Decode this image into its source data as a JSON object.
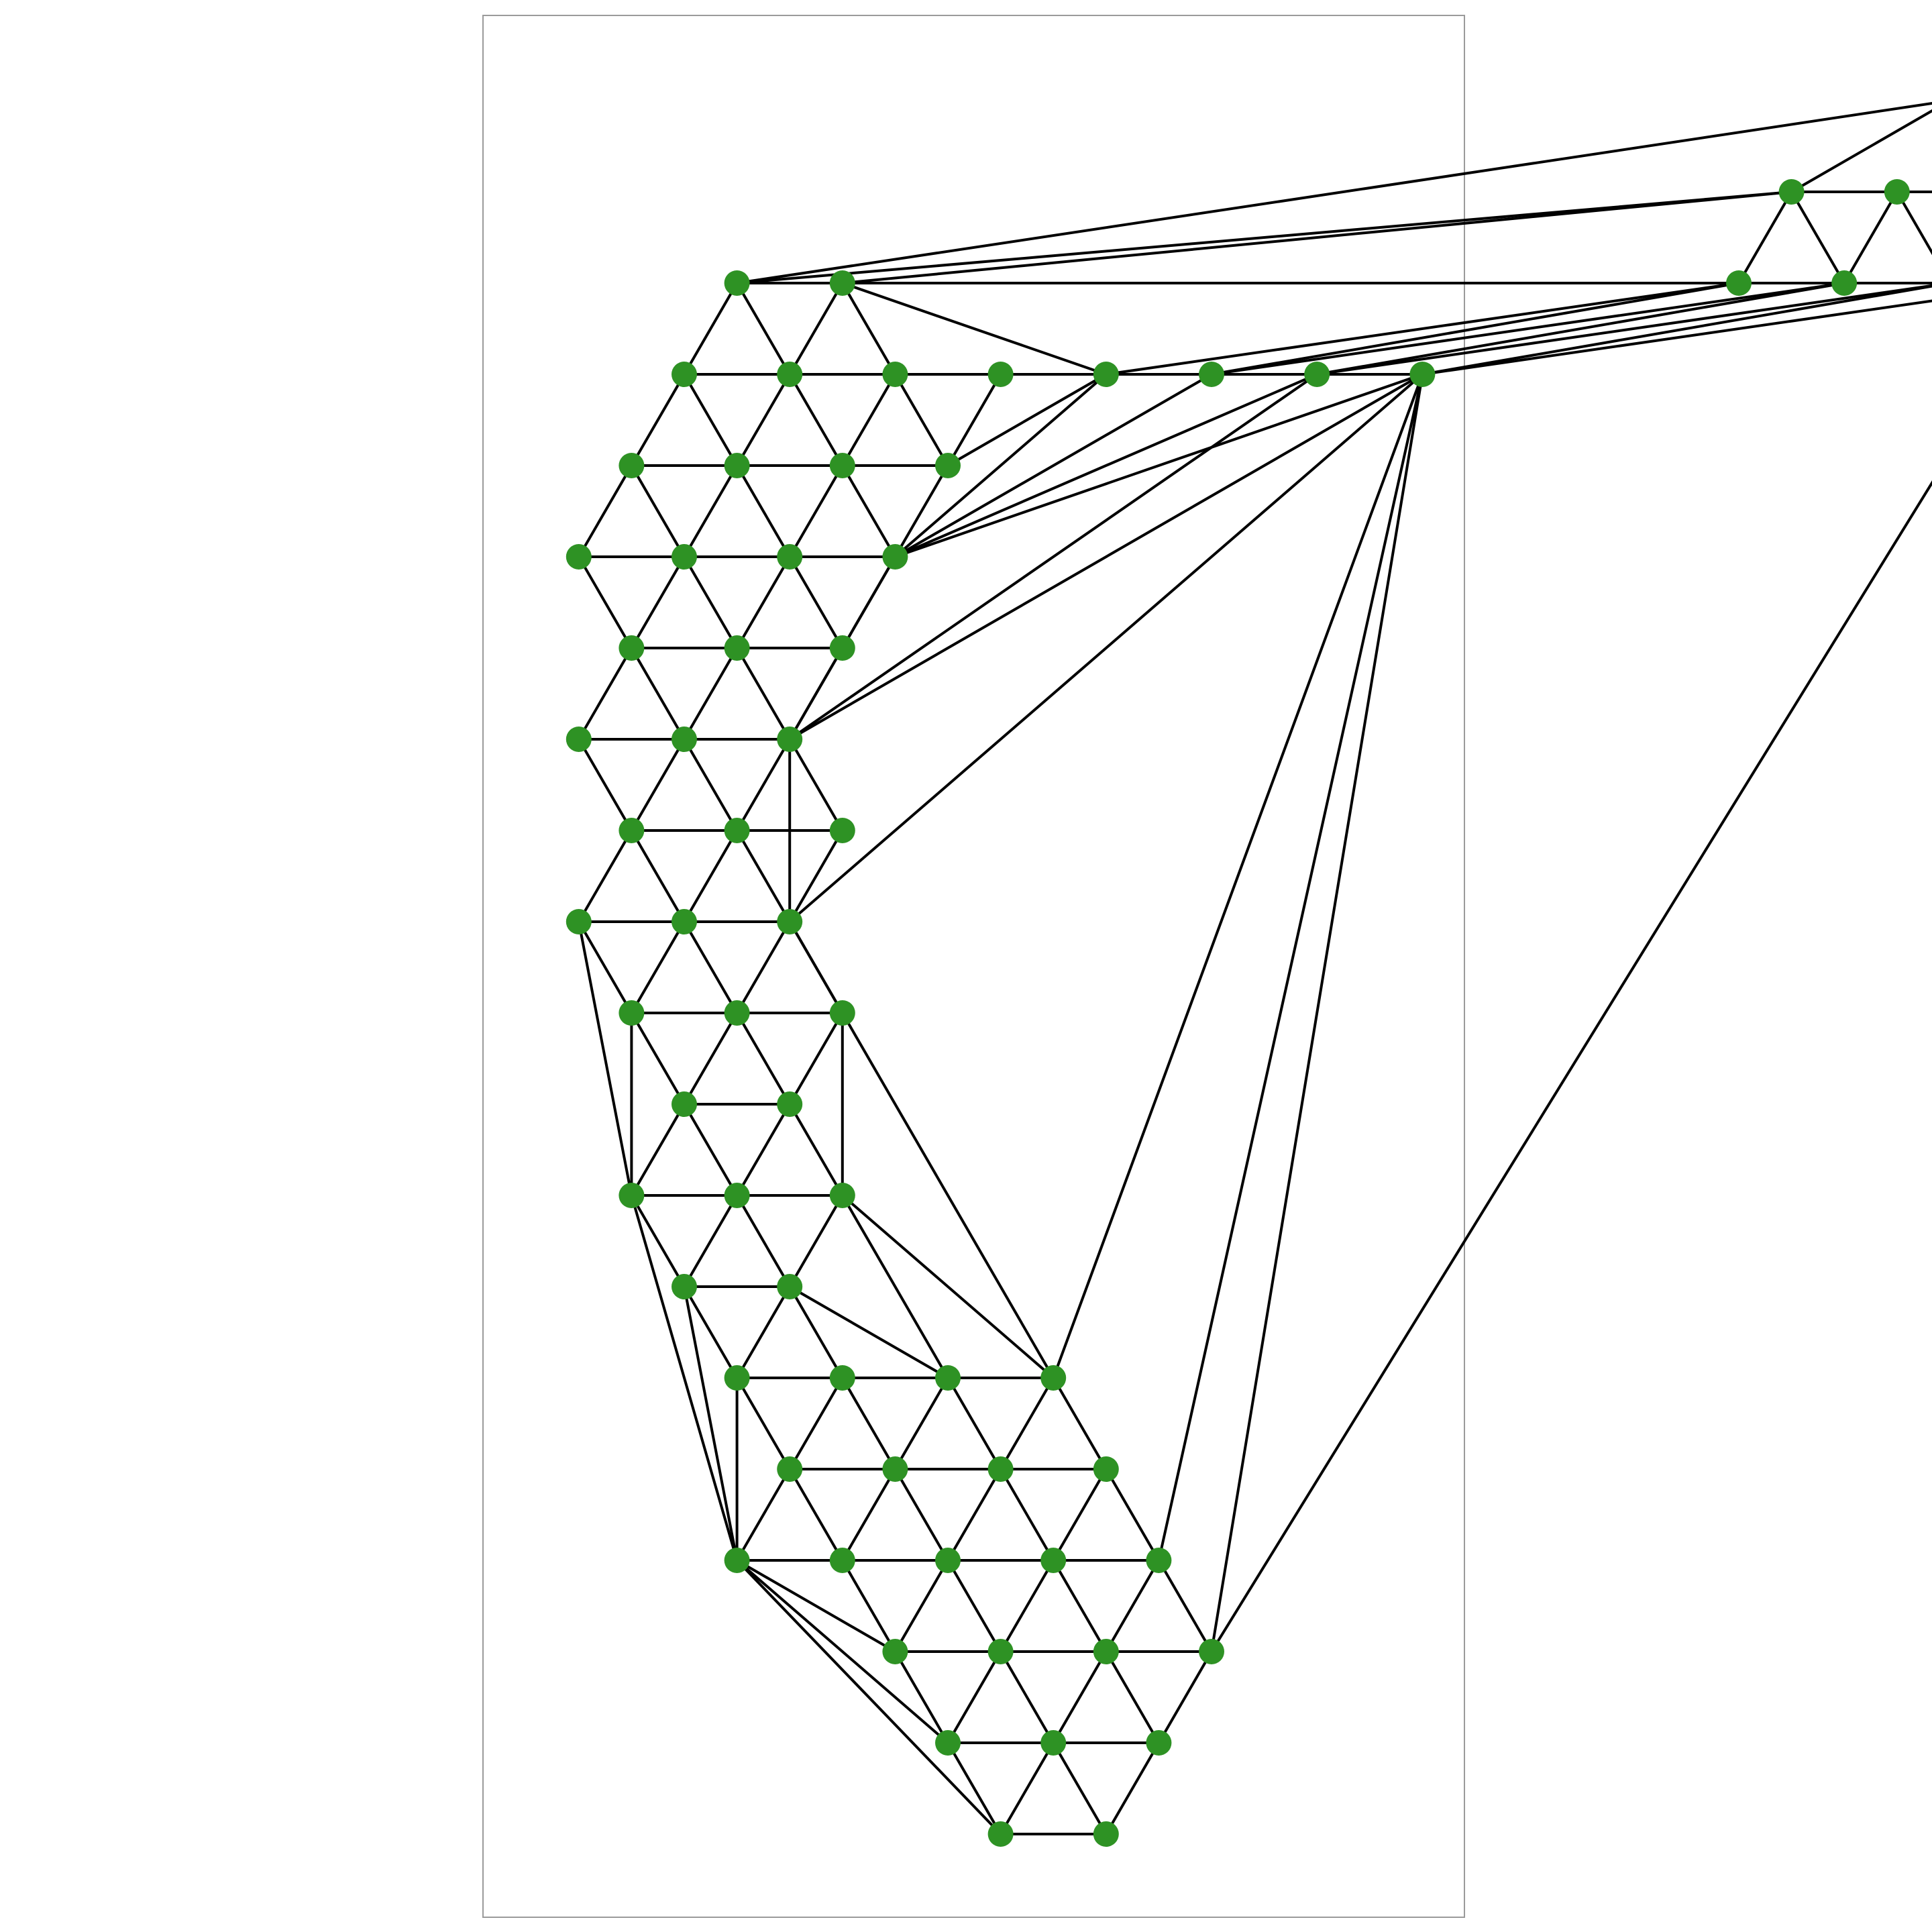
{
  "graph": {
    "node_color": "#2e9224",
    "edge_color": "#000000",
    "frame_color": "#9a9a9a",
    "nodes": [
      {
        "id": "n1",
        "r": 2,
        "c": 1
      },
      {
        "id": "n2",
        "r": 2,
        "c": 3
      },
      {
        "id": "n3",
        "r": 0,
        "c": 24
      },
      {
        "id": "n4",
        "r": 1,
        "c": 21
      },
      {
        "id": "n5",
        "r": 1,
        "c": 23
      },
      {
        "id": "n6",
        "r": 1,
        "c": 25
      },
      {
        "id": "n7",
        "r": 2,
        "c": 20
      },
      {
        "id": "n8",
        "r": 2,
        "c": 22
      },
      {
        "id": "n9",
        "r": 2,
        "c": 24
      },
      {
        "id": "n10",
        "r": 2,
        "c": 26
      },
      {
        "id": "n11",
        "r": 3,
        "c": 0
      },
      {
        "id": "n12",
        "r": 3,
        "c": 2
      },
      {
        "id": "n13",
        "r": 3,
        "c": 4
      },
      {
        "id": "n14",
        "r": 3,
        "c": 6
      },
      {
        "id": "n15",
        "r": 3,
        "c": 8
      },
      {
        "id": "n16",
        "r": 3,
        "c": 10
      },
      {
        "id": "n17",
        "r": 3,
        "c": 12
      },
      {
        "id": "n18",
        "r": 3,
        "c": 14
      },
      {
        "id": "n19",
        "r": 4,
        "c": -1
      },
      {
        "id": "n20",
        "r": 4,
        "c": 1
      },
      {
        "id": "n21",
        "r": 4,
        "c": 3
      },
      {
        "id": "n22",
        "r": 4,
        "c": 5
      },
      {
        "id": "n23",
        "r": 5,
        "c": -2
      },
      {
        "id": "n24",
        "r": 5,
        "c": 0
      },
      {
        "id": "n25",
        "r": 5,
        "c": 2
      },
      {
        "id": "n26",
        "r": 5,
        "c": 4
      },
      {
        "id": "n27",
        "r": 6,
        "c": -1
      },
      {
        "id": "n28",
        "r": 6,
        "c": 1
      },
      {
        "id": "n29",
        "r": 6,
        "c": 3
      },
      {
        "id": "n30",
        "r": 7,
        "c": -2
      },
      {
        "id": "n31",
        "r": 7,
        "c": 0
      },
      {
        "id": "n32",
        "r": 7,
        "c": 2
      },
      {
        "id": "n33",
        "r": 8,
        "c": -1
      },
      {
        "id": "n34",
        "r": 8,
        "c": 1
      },
      {
        "id": "n35",
        "r": 8,
        "c": 3
      },
      {
        "id": "n36",
        "r": 9,
        "c": -2
      },
      {
        "id": "n37",
        "r": 9,
        "c": 0
      },
      {
        "id": "n38",
        "r": 9,
        "c": 2
      },
      {
        "id": "n39",
        "r": 10,
        "c": -1
      },
      {
        "id": "n40",
        "r": 10,
        "c": 1
      },
      {
        "id": "n41",
        "r": 10,
        "c": 3
      },
      {
        "id": "n42",
        "r": 11,
        "c": 0
      },
      {
        "id": "n43",
        "r": 11,
        "c": 2
      },
      {
        "id": "n44",
        "r": 12,
        "c": -1
      },
      {
        "id": "n45",
        "r": 12,
        "c": 1
      },
      {
        "id": "n46",
        "r": 12,
        "c": 3
      },
      {
        "id": "n47",
        "r": 13,
        "c": 0
      },
      {
        "id": "n48",
        "r": 13,
        "c": 2
      },
      {
        "id": "n49",
        "r": 14,
        "c": 1
      },
      {
        "id": "n50",
        "r": 14,
        "c": 3
      },
      {
        "id": "n51",
        "r": 14,
        "c": 5
      },
      {
        "id": "n52",
        "r": 14,
        "c": 7
      },
      {
        "id": "n53",
        "r": 15,
        "c": 2
      },
      {
        "id": "n54",
        "r": 15,
        "c": 4
      },
      {
        "id": "n55",
        "r": 15,
        "c": 6
      },
      {
        "id": "n56",
        "r": 15,
        "c": 8
      },
      {
        "id": "n57",
        "r": 16,
        "c": 1
      },
      {
        "id": "n58",
        "r": 16,
        "c": 3
      },
      {
        "id": "n59",
        "r": 16,
        "c": 5
      },
      {
        "id": "n60",
        "r": 16,
        "c": 7
      },
      {
        "id": "n61",
        "r": 16,
        "c": 9
      },
      {
        "id": "n62",
        "r": 17,
        "c": 4
      },
      {
        "id": "n63",
        "r": 17,
        "c": 6
      },
      {
        "id": "n64",
        "r": 17,
        "c": 8
      },
      {
        "id": "n65",
        "r": 17,
        "c": 10
      },
      {
        "id": "n66",
        "r": 18,
        "c": 5
      },
      {
        "id": "n67",
        "r": 18,
        "c": 7
      },
      {
        "id": "n68",
        "r": 18,
        "c": 9
      },
      {
        "id": "n69",
        "r": 19,
        "c": 6
      },
      {
        "id": "n70",
        "r": 19,
        "c": 8
      }
    ],
    "edges": [
      [
        "n1",
        "n2"
      ],
      [
        "n1",
        "n3"
      ],
      [
        "n1",
        "n4"
      ],
      [
        "n1",
        "n11"
      ],
      [
        "n1",
        "n12"
      ],
      [
        "n2",
        "n4"
      ],
      [
        "n2",
        "n7"
      ],
      [
        "n2",
        "n12"
      ],
      [
        "n2",
        "n13"
      ],
      [
        "n2",
        "n15"
      ],
      [
        "n3",
        "n4"
      ],
      [
        "n3",
        "n6"
      ],
      [
        "n4",
        "n5"
      ],
      [
        "n4",
        "n7"
      ],
      [
        "n4",
        "n8"
      ],
      [
        "n5",
        "n6"
      ],
      [
        "n5",
        "n8"
      ],
      [
        "n5",
        "n9"
      ],
      [
        "n6",
        "n9"
      ],
      [
        "n6",
        "n10"
      ],
      [
        "n7",
        "n8"
      ],
      [
        "n7",
        "n15"
      ],
      [
        "n7",
        "n16"
      ],
      [
        "n8",
        "n9"
      ],
      [
        "n8",
        "n16"
      ],
      [
        "n8",
        "n17"
      ],
      [
        "n9",
        "n10"
      ],
      [
        "n9",
        "n17"
      ],
      [
        "n9",
        "n18"
      ],
      [
        "n10",
        "n18"
      ],
      [
        "n10",
        "n65"
      ],
      [
        "n11",
        "n12"
      ],
      [
        "n11",
        "n19"
      ],
      [
        "n11",
        "n20"
      ],
      [
        "n12",
        "n13"
      ],
      [
        "n12",
        "n20"
      ],
      [
        "n12",
        "n21"
      ],
      [
        "n13",
        "n14"
      ],
      [
        "n13",
        "n21"
      ],
      [
        "n13",
        "n22"
      ],
      [
        "n14",
        "n15"
      ],
      [
        "n14",
        "n22"
      ],
      [
        "n15",
        "n16"
      ],
      [
        "n15",
        "n22"
      ],
      [
        "n16",
        "n17"
      ],
      [
        "n16",
        "n26"
      ],
      [
        "n15",
        "n26"
      ],
      [
        "n17",
        "n18"
      ],
      [
        "n17",
        "n26"
      ],
      [
        "n17",
        "n32"
      ],
      [
        "n18",
        "n26"
      ],
      [
        "n18",
        "n32"
      ],
      [
        "n18",
        "n38"
      ],
      [
        "n18",
        "n52"
      ],
      [
        "n18",
        "n61"
      ],
      [
        "n18",
        "n65"
      ],
      [
        "n19",
        "n20"
      ],
      [
        "n19",
        "n23"
      ],
      [
        "n19",
        "n24"
      ],
      [
        "n20",
        "n21"
      ],
      [
        "n20",
        "n24"
      ],
      [
        "n20",
        "n25"
      ],
      [
        "n21",
        "n22"
      ],
      [
        "n21",
        "n25"
      ],
      [
        "n21",
        "n26"
      ],
      [
        "n22",
        "n26"
      ],
      [
        "n23",
        "n24"
      ],
      [
        "n23",
        "n27"
      ],
      [
        "n24",
        "n25"
      ],
      [
        "n24",
        "n27"
      ],
      [
        "n24",
        "n28"
      ],
      [
        "n25",
        "n26"
      ],
      [
        "n25",
        "n28"
      ],
      [
        "n25",
        "n29"
      ],
      [
        "n26",
        "n29"
      ],
      [
        "n26",
        "n32"
      ],
      [
        "n27",
        "n28"
      ],
      [
        "n27",
        "n30"
      ],
      [
        "n27",
        "n31"
      ],
      [
        "n28",
        "n29"
      ],
      [
        "n28",
        "n31"
      ],
      [
        "n28",
        "n32"
      ],
      [
        "n29",
        "n32"
      ],
      [
        "n30",
        "n31"
      ],
      [
        "n30",
        "n33"
      ],
      [
        "n31",
        "n32"
      ],
      [
        "n31",
        "n33"
      ],
      [
        "n31",
        "n34"
      ],
      [
        "n32",
        "n34"
      ],
      [
        "n32",
        "n35"
      ],
      [
        "n32",
        "n38"
      ],
      [
        "n33",
        "n34"
      ],
      [
        "n33",
        "n36"
      ],
      [
        "n33",
        "n37"
      ],
      [
        "n34",
        "n35"
      ],
      [
        "n34",
        "n37"
      ],
      [
        "n34",
        "n38"
      ],
      [
        "n35",
        "n38"
      ],
      [
        "n36",
        "n37"
      ],
      [
        "n36",
        "n39"
      ],
      [
        "n36",
        "n44"
      ],
      [
        "n37",
        "n38"
      ],
      [
        "n37",
        "n39"
      ],
      [
        "n37",
        "n40"
      ],
      [
        "n38",
        "n40"
      ],
      [
        "n38",
        "n41"
      ],
      [
        "n38",
        "n52"
      ],
      [
        "n39",
        "n40"
      ],
      [
        "n39",
        "n42"
      ],
      [
        "n39",
        "n44"
      ],
      [
        "n40",
        "n41"
      ],
      [
        "n40",
        "n42"
      ],
      [
        "n40",
        "n43"
      ],
      [
        "n41",
        "n43"
      ],
      [
        "n41",
        "n46"
      ],
      [
        "n42",
        "n43"
      ],
      [
        "n42",
        "n44"
      ],
      [
        "n42",
        "n45"
      ],
      [
        "n43",
        "n45"
      ],
      [
        "n43",
        "n46"
      ],
      [
        "n44",
        "n45"
      ],
      [
        "n44",
        "n47"
      ],
      [
        "n44",
        "n57"
      ],
      [
        "n45",
        "n46"
      ],
      [
        "n45",
        "n47"
      ],
      [
        "n45",
        "n48"
      ],
      [
        "n46",
        "n48"
      ],
      [
        "n46",
        "n51"
      ],
      [
        "n46",
        "n52"
      ],
      [
        "n47",
        "n48"
      ],
      [
        "n47",
        "n49"
      ],
      [
        "n47",
        "n57"
      ],
      [
        "n48",
        "n49"
      ],
      [
        "n48",
        "n50"
      ],
      [
        "n48",
        "n51"
      ],
      [
        "n49",
        "n50"
      ],
      [
        "n49",
        "n53"
      ],
      [
        "n49",
        "n57"
      ],
      [
        "n50",
        "n51"
      ],
      [
        "n50",
        "n53"
      ],
      [
        "n50",
        "n54"
      ],
      [
        "n51",
        "n52"
      ],
      [
        "n51",
        "n54"
      ],
      [
        "n51",
        "n55"
      ],
      [
        "n52",
        "n55"
      ],
      [
        "n52",
        "n56"
      ],
      [
        "n53",
        "n54"
      ],
      [
        "n53",
        "n57"
      ],
      [
        "n53",
        "n58"
      ],
      [
        "n54",
        "n55"
      ],
      [
        "n54",
        "n58"
      ],
      [
        "n54",
        "n59"
      ],
      [
        "n55",
        "n56"
      ],
      [
        "n55",
        "n59"
      ],
      [
        "n55",
        "n60"
      ],
      [
        "n56",
        "n60"
      ],
      [
        "n56",
        "n61"
      ],
      [
        "n57",
        "n58"
      ],
      [
        "n57",
        "n62"
      ],
      [
        "n57",
        "n66"
      ],
      [
        "n57",
        "n69"
      ],
      [
        "n58",
        "n59"
      ],
      [
        "n58",
        "n62"
      ],
      [
        "n59",
        "n60"
      ],
      [
        "n59",
        "n62"
      ],
      [
        "n59",
        "n63"
      ],
      [
        "n60",
        "n61"
      ],
      [
        "n60",
        "n63"
      ],
      [
        "n60",
        "n64"
      ],
      [
        "n61",
        "n64"
      ],
      [
        "n61",
        "n65"
      ],
      [
        "n62",
        "n63"
      ],
      [
        "n62",
        "n66"
      ],
      [
        "n63",
        "n64"
      ],
      [
        "n63",
        "n66"
      ],
      [
        "n63",
        "n67"
      ],
      [
        "n64",
        "n65"
      ],
      [
        "n64",
        "n67"
      ],
      [
        "n64",
        "n68"
      ],
      [
        "n65",
        "n68"
      ],
      [
        "n66",
        "n67"
      ],
      [
        "n66",
        "n69"
      ],
      [
        "n67",
        "n68"
      ],
      [
        "n67",
        "n69"
      ],
      [
        "n67",
        "n70"
      ],
      [
        "n68",
        "n70"
      ],
      [
        "n69",
        "n70"
      ]
    ]
  }
}
